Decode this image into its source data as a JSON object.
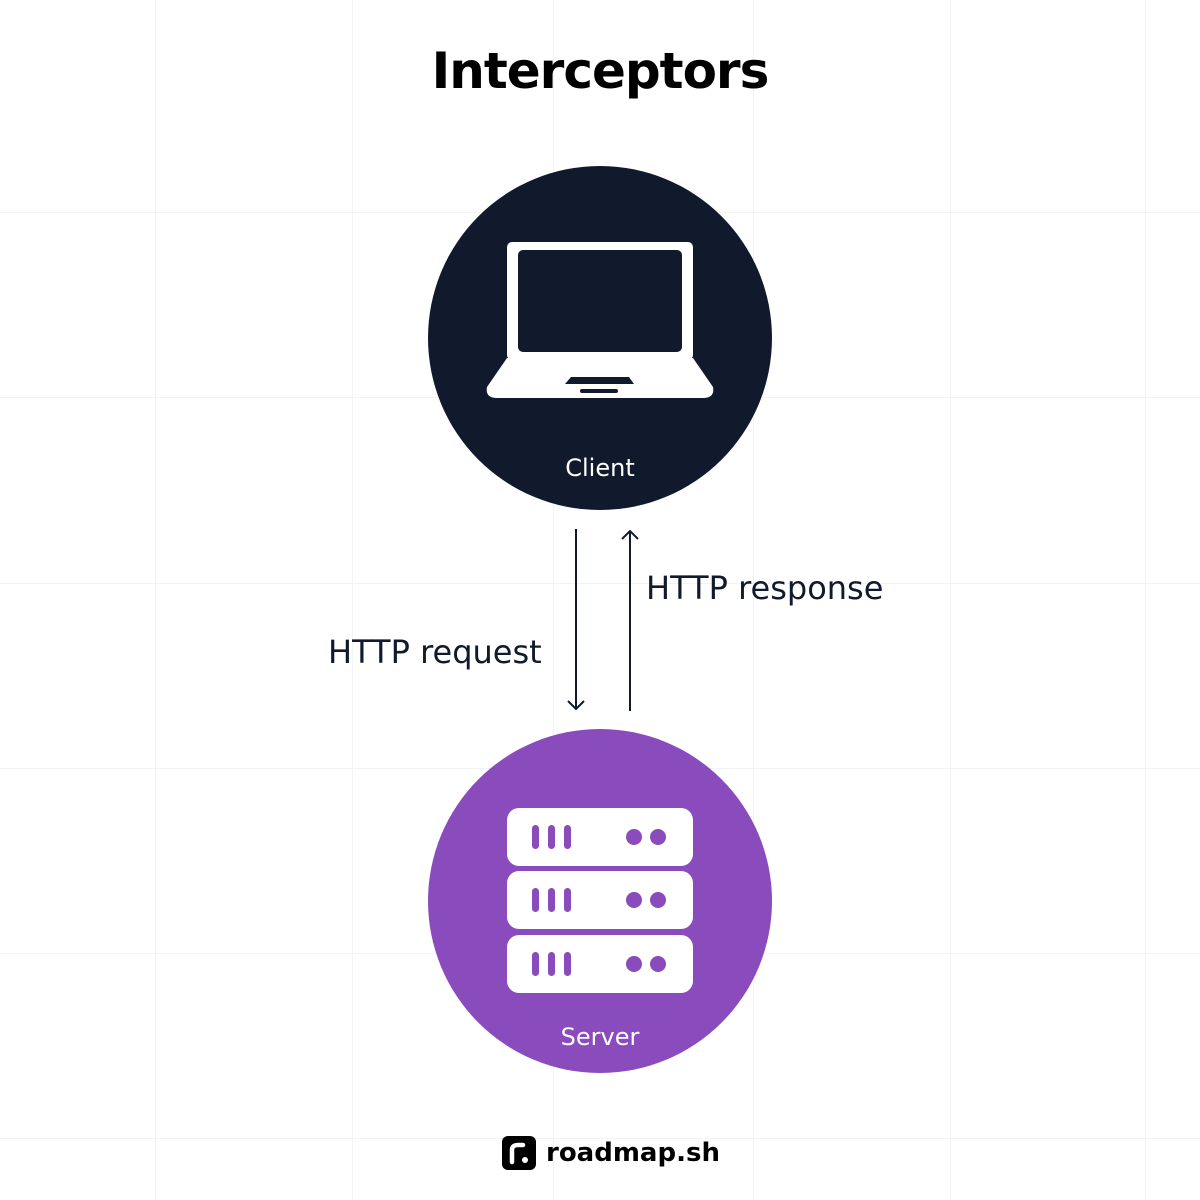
{
  "title": "Interceptors",
  "nodes": {
    "client": {
      "label": "Client",
      "icon": "laptop-icon",
      "color": "#111a2c"
    },
    "server": {
      "label": "Server",
      "icon": "server-icon",
      "color": "#8a4bbd"
    }
  },
  "edges": {
    "request": {
      "label": "HTTP request",
      "from": "Client",
      "to": "Server"
    },
    "response": {
      "label": "HTTP response",
      "from": "Server",
      "to": "Client"
    }
  },
  "brand": {
    "name": "roadmap.sh"
  }
}
